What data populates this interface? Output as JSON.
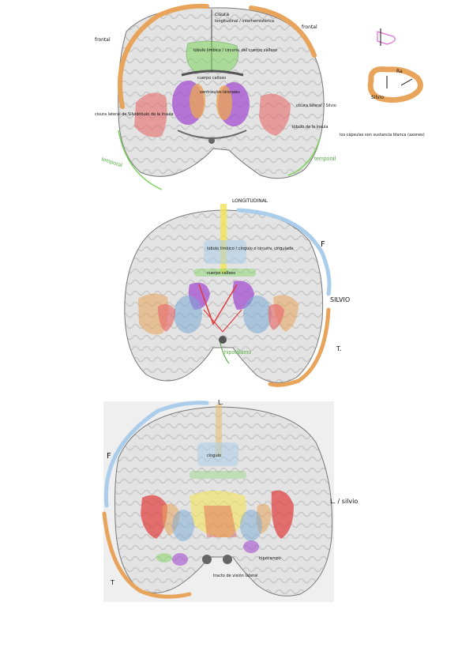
{
  "colors": {
    "orange": "#e8a45a",
    "lightblue": "#a9cdea",
    "green": "#7fd35e",
    "purple": "#a34fd1",
    "red": "#e03a3a",
    "yellow": "#f3e35a",
    "pink": "#e86ad8",
    "blue": "#7aa9d6",
    "brainfill": "#e9e9e9",
    "graymatter": "#cfcfcf"
  },
  "slice1": {
    "frontal_left": "frontal",
    "frontal_right": "frontal",
    "cisura": "cisura",
    "cisura_sub": "longitudinal / interhemisférica",
    "lobulo_limbico": "lóbulo límbico / circunv. del cuerpo calloso",
    "cuerpo_calloso": "cuerpo calloso",
    "ventriculos": "ventrículos laterales",
    "cisura_lateral_left": "cisura lateral de Silvio",
    "lobulo_insula": "lóbulo de la ínsula",
    "cisura_lateral_right": "cisura lateral / Silvio",
    "lobulo_insula_right": "lóbulo de la ínsula",
    "note": "los cápsulas son sustancia blanca (axones)",
    "temporal_left": "temporal",
    "temporal_right": "temporal",
    "diagram_silvio": "Silvio",
    "diagram_ra": "Ra"
  },
  "slice2": {
    "longitudinal": "LONGITUDINAL",
    "lobulo_limbico": "lóbulo límbico / cíngulo o circunv. cingulada",
    "cuerpo_calloso": "cuerpo calloso",
    "F": "F",
    "silvio": "SILVIO",
    "T": "T.",
    "hipotalamo": "hipotálamo"
  },
  "slice3": {
    "L": "L.",
    "F": "F",
    "T": "T",
    "silvio": "L. / silvio",
    "cingulo": "cíngulo",
    "hipocampo": "hipocampo",
    "vision": "tracto de visión lateral"
  }
}
